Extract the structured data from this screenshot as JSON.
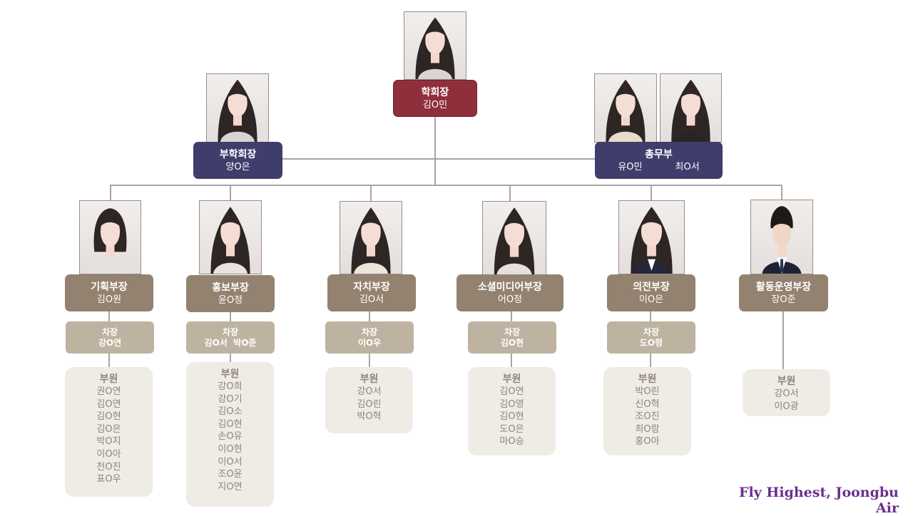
{
  "president": {
    "title": "학회장",
    "name": "김O민"
  },
  "vice_president": {
    "title": "부학회장",
    "name": "양O은"
  },
  "general_affairs": {
    "title": "총무부",
    "names": [
      "유O민",
      "최O서"
    ]
  },
  "departments": [
    {
      "title": "기획부장",
      "name": "김O원",
      "vice_title": "차장",
      "vice_name": "강O연",
      "members_title": "부원",
      "members": [
        "권O연",
        "김O연",
        "김O현",
        "김O은",
        "박O지",
        "이O아",
        "천O진",
        "표O우"
      ]
    },
    {
      "title": "홍보부장",
      "name": "윤O정",
      "vice_title": "차장",
      "vice_name": "김O서  박O준",
      "members_title": "부원",
      "members": [
        "강O희",
        "강O기",
        "김O소",
        "김O현",
        "손O유",
        "이O현",
        "이O서",
        "조O윤",
        "지O연"
      ]
    },
    {
      "title": "자치부장",
      "name": "김O서",
      "vice_title": "차장",
      "vice_name": "이O우",
      "members_title": "부원",
      "members": [
        "강O서",
        "김O린",
        "박O혁"
      ]
    },
    {
      "title": "소셜미디어부장",
      "name": "어O정",
      "vice_title": "차장",
      "vice_name": "김O현",
      "members_title": "부원",
      "members": [
        "김O연",
        "김O영",
        "김O현",
        "도O은",
        "마O승"
      ]
    },
    {
      "title": "의전부장",
      "name": "이O은",
      "vice_title": "차장",
      "vice_name": "도O령",
      "members_title": "부원",
      "members": [
        "박O린",
        "신O혁",
        "조O진",
        "최O람",
        "홍O아"
      ]
    },
    {
      "title": "활동운영부장",
      "name": "장O준",
      "members_title": "부원",
      "members": [
        "강O서",
        "이O광"
      ]
    }
  ],
  "slogan": "Fly Highest, Joongbu Air"
}
